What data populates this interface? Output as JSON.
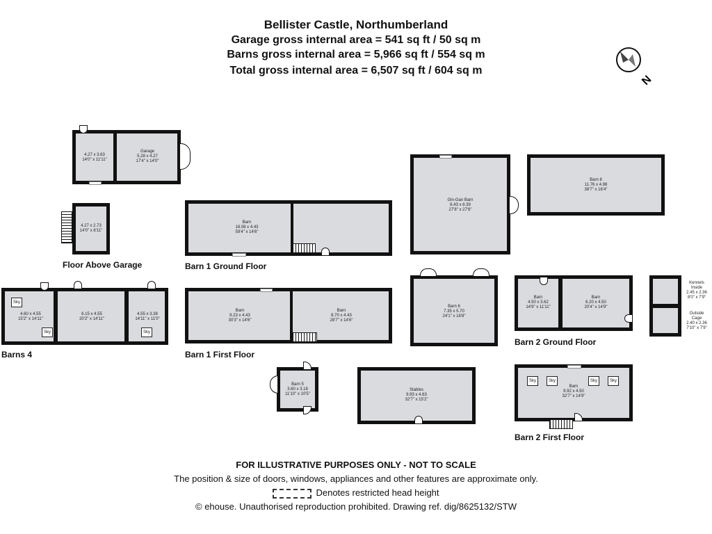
{
  "header": {
    "title": "Bellister Castle, Northumberland",
    "garage_area": "Garage gross internal area = 541 sq ft / 50 sq m",
    "barns_area": "Barns gross internal area = 5,966 sq ft / 554 sq m",
    "total_area": "Total gross internal area = 6,507 sq ft / 604 sq m"
  },
  "compass": {
    "label": "N"
  },
  "floors": {
    "floor_above_garage": "Floor Above Garage",
    "barn1_ground": "Barn 1 Ground Floor",
    "barns4": "Barns 4",
    "barn1_first": "Barn 1 First Floor",
    "barn2_ground": "Barn 2 Ground Floor",
    "barn2_first": "Barn 2 First Floor"
  },
  "rooms": {
    "garage_left": [
      "",
      "4.27 x 3.63",
      "14'0\" x 11'11\""
    ],
    "garage": [
      "Garage",
      "5.28 x 4.27",
      "17'4\" x 14'0\""
    ],
    "above_garage": [
      "",
      "4.27 x 2.73",
      "14'0\" x 8'11\""
    ],
    "barn1_ground": [
      "Barn",
      "18.08 x 4.43",
      "59'4\" x 14'6\""
    ],
    "gin_gan": [
      "Gin-Gan Barn",
      "8.43 x 8.39",
      "27'8\" x 27'6\""
    ],
    "barn8": [
      "Barn 8",
      "11.76 x 4.98",
      "38'7\" x 16'4\""
    ],
    "barns4_a": [
      "",
      "4.60 x 4.55",
      "15'2\" x 14'11\""
    ],
    "barns4_b": [
      "",
      "6.15 x 4.55",
      "20'2\" x 14'11\""
    ],
    "barns4_c": [
      "",
      "4.55 x 3.38",
      "14'11\" x 11'0\""
    ],
    "barn1_first_a": [
      "Barn",
      "9.23 x 4.43",
      "30'3\" x 14'6\""
    ],
    "barn1_first_b": [
      "Barn",
      "8.70 x 4.43",
      "28'7\" x 14'6\""
    ],
    "barn6": [
      "Barn 6",
      "7.35 x 5.70",
      "24'1\" x 18'8\""
    ],
    "barn2_ground_a": [
      "Barn",
      "4.50 x 3.62",
      "14'9\" x 11'11\""
    ],
    "barn2_ground_b": [
      "Barn",
      "6.20 x 4.50",
      "20'4\" x 14'9\""
    ],
    "kennels_inside": [
      "Kennels",
      "Inside",
      "2.45 x 2.36",
      "8'0\" x 7'9\""
    ],
    "outside_cage": [
      "Outside",
      "Cage",
      "2.40 x 2.36",
      "7'10\" x 7'9\""
    ],
    "barn5": [
      "Barn 5",
      "3.60 x 3.18",
      "11'10\" x 10'5\""
    ],
    "stables": [
      "Stables",
      "9.93 x 4.63",
      "32'7\" x 15'2\""
    ],
    "barn2_first": [
      "Barn",
      "9.92 x 4.50",
      "32'7\" x 14'9\""
    ]
  },
  "sky_label": "Sky",
  "footer": {
    "line1": "FOR ILLUSTRATIVE PURPOSES ONLY - NOT TO SCALE",
    "line2": "The position & size of doors, windows, appliances and other features are approximate only.",
    "line3": "Denotes restricted head height",
    "line4": "© ehouse. Unauthorised reproduction prohibited. Drawing ref. dig/8625132/STW"
  }
}
